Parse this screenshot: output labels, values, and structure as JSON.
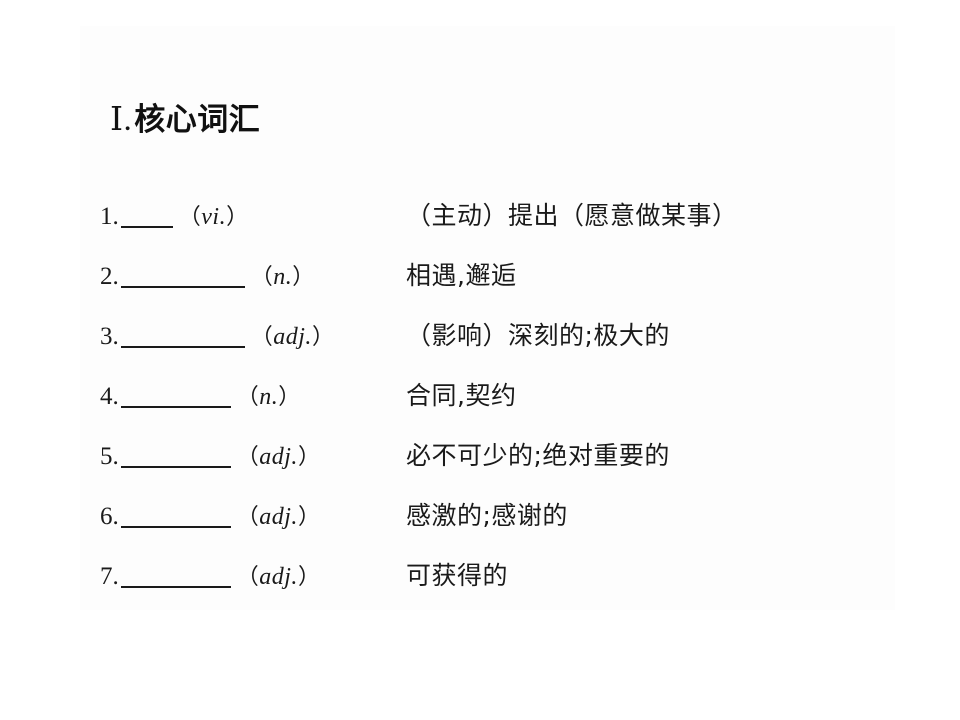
{
  "page": {
    "background_color": "#ffffff",
    "text_color": "#1a1a1a"
  },
  "section": {
    "numeral": "Ⅰ.",
    "title": "核心词汇"
  },
  "vocab_list": {
    "blank_placeholder": "",
    "items": [
      {
        "index": "1.",
        "blank_length": "short",
        "pos_open": "（",
        "pos": "vi.",
        "pos_close": "）",
        "meaning": "（主动）提出（愿意做某事）"
      },
      {
        "index": "2.",
        "blank_length": "long",
        "pos_open": "（",
        "pos": "n.",
        "pos_close": "）",
        "meaning": "相遇,邂逅"
      },
      {
        "index": "3.",
        "blank_length": "long",
        "pos_open": "（",
        "pos": "adj.",
        "pos_close": "）",
        "meaning": "（影响）深刻的;极大的"
      },
      {
        "index": "4.",
        "blank_length": "medium",
        "pos_open": "（",
        "pos": "n.",
        "pos_close": "）",
        "meaning": "合同,契约"
      },
      {
        "index": "5.",
        "blank_length": "medium",
        "pos_open": "（",
        "pos": "adj.",
        "pos_close": "）",
        "meaning": "必不可少的;绝对重要的"
      },
      {
        "index": "6.",
        "blank_length": "medium",
        "pos_open": "（",
        "pos": "adj.",
        "pos_close": "）",
        "meaning": "感激的;感谢的"
      },
      {
        "index": "7.",
        "blank_length": "medium",
        "pos_open": "（",
        "pos": "adj.",
        "pos_close": "）",
        "meaning": "可获得的"
      }
    ]
  }
}
